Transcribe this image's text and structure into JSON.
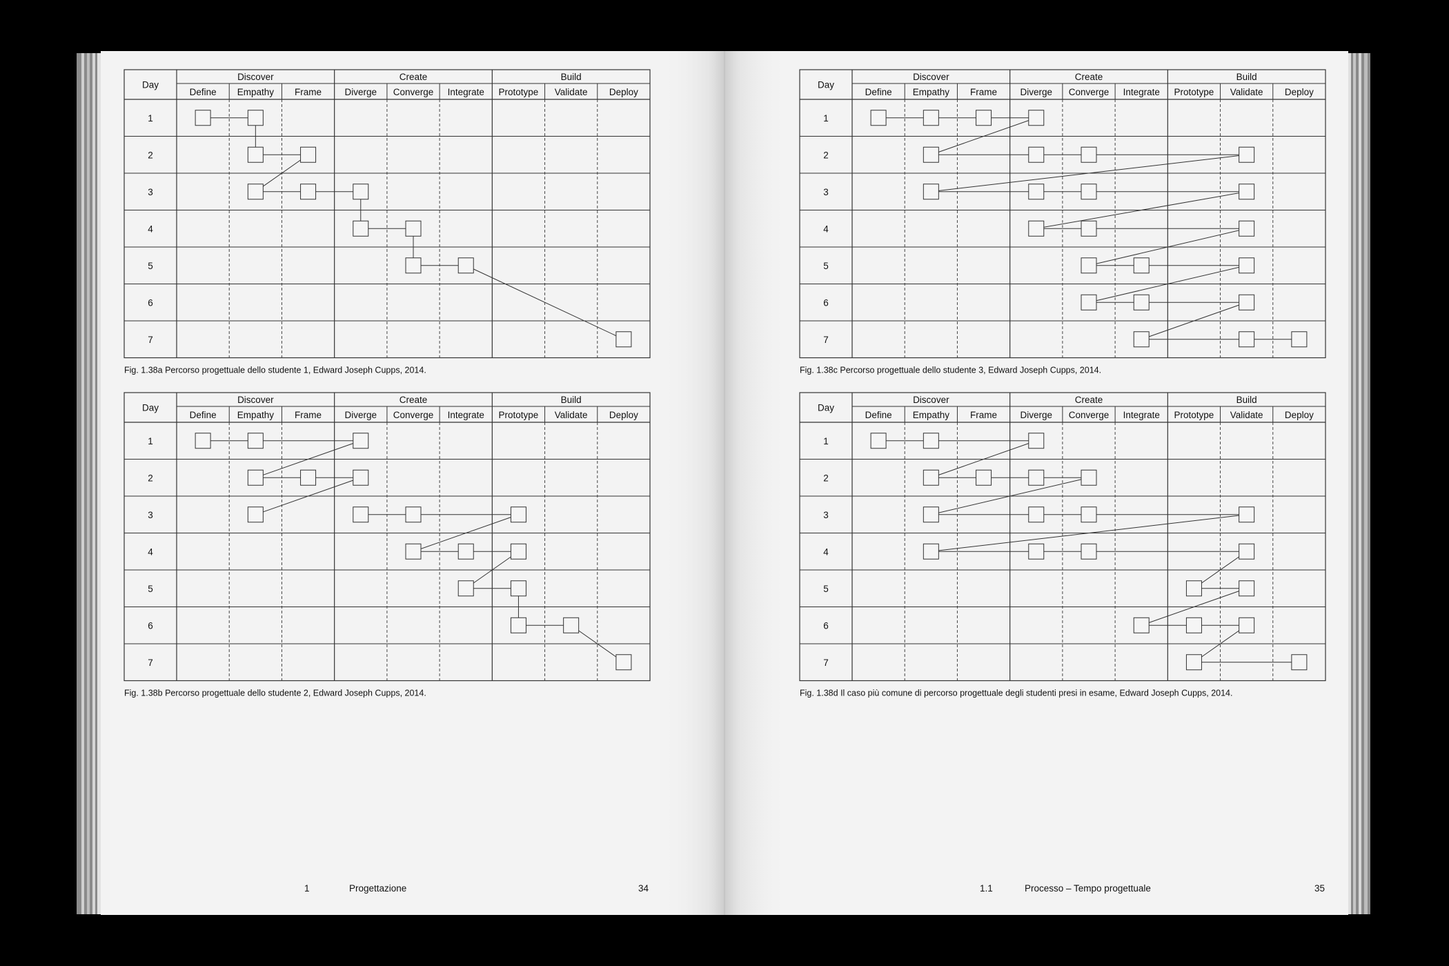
{
  "columns": [
    "Define",
    "Empathy",
    "Frame",
    "Diverge",
    "Converge",
    "Integrate",
    "Prototype",
    "Validate",
    "Deploy"
  ],
  "groups": [
    "Discover",
    "Create",
    "Build"
  ],
  "day_header": "Day",
  "days": [
    "1",
    "2",
    "3",
    "4",
    "5",
    "6",
    "7"
  ],
  "left_page": {
    "footer": {
      "chapter_num": "1",
      "chapter_title": "Progettazione",
      "page_num": "34"
    }
  },
  "right_page": {
    "footer": {
      "chapter_num": "1.1",
      "chapter_title": "Processo – Tempo progettuale",
      "page_num": "35"
    }
  },
  "charts": [
    {
      "id": "fig-a",
      "caption_label": "Fig. 1.38a",
      "caption": "Percorso progettuale dello studente 1, Edward Joseph Cupps, 2014.",
      "nodes": [
        [
          1,
          0
        ],
        [
          1,
          1
        ],
        [
          2,
          1
        ],
        [
          2,
          2
        ],
        [
          3,
          1
        ],
        [
          3,
          2
        ],
        [
          3,
          3
        ],
        [
          4,
          3
        ],
        [
          4,
          4
        ],
        [
          5,
          4
        ],
        [
          5,
          5
        ],
        [
          7,
          8
        ]
      ],
      "edges": [
        [
          [
            1,
            0
          ],
          [
            1,
            1
          ]
        ],
        [
          [
            1,
            1
          ],
          [
            2,
            1
          ]
        ],
        [
          [
            2,
            1
          ],
          [
            2,
            2
          ]
        ],
        [
          [
            2,
            2
          ],
          [
            3,
            1
          ]
        ],
        [
          [
            3,
            1
          ],
          [
            3,
            2
          ]
        ],
        [
          [
            3,
            2
          ],
          [
            3,
            3
          ]
        ],
        [
          [
            3,
            3
          ],
          [
            4,
            3
          ]
        ],
        [
          [
            4,
            3
          ],
          [
            4,
            4
          ]
        ],
        [
          [
            4,
            4
          ],
          [
            5,
            4
          ]
        ],
        [
          [
            5,
            4
          ],
          [
            5,
            5
          ]
        ],
        [
          [
            5,
            5
          ],
          [
            7,
            8
          ]
        ]
      ]
    },
    {
      "id": "fig-b",
      "caption_label": "Fig. 1.38b",
      "caption": "Percorso progettuale dello studente 2, Edward Joseph Cupps, 2014.",
      "nodes": [
        [
          1,
          0
        ],
        [
          1,
          1
        ],
        [
          1,
          3
        ],
        [
          2,
          1
        ],
        [
          2,
          2
        ],
        [
          2,
          3
        ],
        [
          3,
          1
        ],
        [
          3,
          3
        ],
        [
          3,
          4
        ],
        [
          3,
          6
        ],
        [
          4,
          4
        ],
        [
          4,
          5
        ],
        [
          4,
          6
        ],
        [
          5,
          5
        ],
        [
          5,
          6
        ],
        [
          6,
          6
        ],
        [
          6,
          7
        ],
        [
          7,
          8
        ]
      ],
      "edges": [
        [
          [
            1,
            0
          ],
          [
            1,
            1
          ]
        ],
        [
          [
            1,
            1
          ],
          [
            1,
            3
          ]
        ],
        [
          [
            1,
            3
          ],
          [
            2,
            1
          ]
        ],
        [
          [
            2,
            1
          ],
          [
            2,
            2
          ]
        ],
        [
          [
            2,
            2
          ],
          [
            2,
            3
          ]
        ],
        [
          [
            2,
            3
          ],
          [
            3,
            1
          ]
        ],
        [
          [
            3,
            3
          ],
          [
            3,
            4
          ]
        ],
        [
          [
            3,
            4
          ],
          [
            3,
            6
          ]
        ],
        [
          [
            3,
            6
          ],
          [
            4,
            4
          ]
        ],
        [
          [
            4,
            4
          ],
          [
            4,
            5
          ]
        ],
        [
          [
            4,
            5
          ],
          [
            4,
            6
          ]
        ],
        [
          [
            4,
            6
          ],
          [
            5,
            5
          ]
        ],
        [
          [
            5,
            5
          ],
          [
            5,
            6
          ]
        ],
        [
          [
            5,
            6
          ],
          [
            6,
            6
          ]
        ],
        [
          [
            6,
            6
          ],
          [
            6,
            7
          ]
        ],
        [
          [
            6,
            7
          ],
          [
            7,
            8
          ]
        ]
      ]
    },
    {
      "id": "fig-c",
      "caption_label": "Fig. 1.38c",
      "caption": "Percorso progettuale dello studente 3, Edward Joseph Cupps, 2014.",
      "nodes": [
        [
          1,
          0
        ],
        [
          1,
          1
        ],
        [
          1,
          2
        ],
        [
          1,
          3
        ],
        [
          2,
          1
        ],
        [
          2,
          3
        ],
        [
          2,
          4
        ],
        [
          2,
          7
        ],
        [
          3,
          1
        ],
        [
          3,
          3
        ],
        [
          3,
          4
        ],
        [
          3,
          7
        ],
        [
          4,
          3
        ],
        [
          4,
          4
        ],
        [
          4,
          7
        ],
        [
          5,
          4
        ],
        [
          5,
          5
        ],
        [
          5,
          7
        ],
        [
          6,
          4
        ],
        [
          6,
          5
        ],
        [
          6,
          7
        ],
        [
          7,
          5
        ],
        [
          7,
          7
        ],
        [
          7,
          8
        ]
      ],
      "edges": [
        [
          [
            1,
            0
          ],
          [
            1,
            1
          ]
        ],
        [
          [
            1,
            1
          ],
          [
            1,
            2
          ]
        ],
        [
          [
            1,
            2
          ],
          [
            1,
            3
          ]
        ],
        [
          [
            1,
            3
          ],
          [
            2,
            1
          ]
        ],
        [
          [
            2,
            1
          ],
          [
            2,
            3
          ]
        ],
        [
          [
            2,
            3
          ],
          [
            2,
            4
          ]
        ],
        [
          [
            2,
            4
          ],
          [
            2,
            7
          ]
        ],
        [
          [
            2,
            7
          ],
          [
            3,
            1
          ]
        ],
        [
          [
            3,
            1
          ],
          [
            3,
            3
          ]
        ],
        [
          [
            3,
            3
          ],
          [
            3,
            4
          ]
        ],
        [
          [
            3,
            4
          ],
          [
            3,
            7
          ]
        ],
        [
          [
            3,
            7
          ],
          [
            4,
            3
          ]
        ],
        [
          [
            4,
            3
          ],
          [
            4,
            4
          ]
        ],
        [
          [
            4,
            4
          ],
          [
            4,
            7
          ]
        ],
        [
          [
            4,
            7
          ],
          [
            5,
            4
          ]
        ],
        [
          [
            5,
            4
          ],
          [
            5,
            5
          ]
        ],
        [
          [
            5,
            5
          ],
          [
            5,
            7
          ]
        ],
        [
          [
            5,
            7
          ],
          [
            6,
            4
          ]
        ],
        [
          [
            6,
            4
          ],
          [
            6,
            5
          ]
        ],
        [
          [
            6,
            5
          ],
          [
            6,
            7
          ]
        ],
        [
          [
            6,
            7
          ],
          [
            7,
            5
          ]
        ],
        [
          [
            7,
            5
          ],
          [
            7,
            7
          ]
        ],
        [
          [
            7,
            7
          ],
          [
            7,
            8
          ]
        ]
      ]
    },
    {
      "id": "fig-d",
      "caption_label": "Fig. 1.38d",
      "caption": "Il caso più comune di percorso progettuale degli studenti presi in esame, Edward Joseph Cupps, 2014.",
      "nodes": [
        [
          1,
          0
        ],
        [
          1,
          1
        ],
        [
          1,
          3
        ],
        [
          2,
          1
        ],
        [
          2,
          2
        ],
        [
          2,
          3
        ],
        [
          2,
          4
        ],
        [
          3,
          1
        ],
        [
          3,
          3
        ],
        [
          3,
          4
        ],
        [
          3,
          7
        ],
        [
          4,
          1
        ],
        [
          4,
          3
        ],
        [
          4,
          4
        ],
        [
          4,
          7
        ],
        [
          5,
          6
        ],
        [
          5,
          7
        ],
        [
          6,
          5
        ],
        [
          6,
          6
        ],
        [
          6,
          7
        ],
        [
          7,
          6
        ],
        [
          7,
          8
        ]
      ],
      "edges": [
        [
          [
            1,
            0
          ],
          [
            1,
            1
          ]
        ],
        [
          [
            1,
            1
          ],
          [
            1,
            3
          ]
        ],
        [
          [
            1,
            3
          ],
          [
            2,
            1
          ]
        ],
        [
          [
            2,
            1
          ],
          [
            2,
            2
          ]
        ],
        [
          [
            2,
            2
          ],
          [
            2,
            3
          ]
        ],
        [
          [
            2,
            3
          ],
          [
            2,
            4
          ]
        ],
        [
          [
            2,
            4
          ],
          [
            3,
            1
          ]
        ],
        [
          [
            3,
            1
          ],
          [
            3,
            3
          ]
        ],
        [
          [
            3,
            3
          ],
          [
            3,
            4
          ]
        ],
        [
          [
            3,
            4
          ],
          [
            3,
            7
          ]
        ],
        [
          [
            3,
            7
          ],
          [
            4,
            1
          ]
        ],
        [
          [
            4,
            1
          ],
          [
            4,
            3
          ]
        ],
        [
          [
            4,
            3
          ],
          [
            4,
            4
          ]
        ],
        [
          [
            4,
            4
          ],
          [
            4,
            7
          ]
        ],
        [
          [
            4,
            7
          ],
          [
            5,
            6
          ]
        ],
        [
          [
            5,
            6
          ],
          [
            5,
            7
          ]
        ],
        [
          [
            5,
            7
          ],
          [
            6,
            5
          ]
        ],
        [
          [
            6,
            5
          ],
          [
            6,
            6
          ]
        ],
        [
          [
            6,
            6
          ],
          [
            6,
            7
          ]
        ],
        [
          [
            6,
            7
          ],
          [
            7,
            6
          ]
        ],
        [
          [
            7,
            6
          ],
          [
            7,
            8
          ]
        ]
      ]
    }
  ]
}
